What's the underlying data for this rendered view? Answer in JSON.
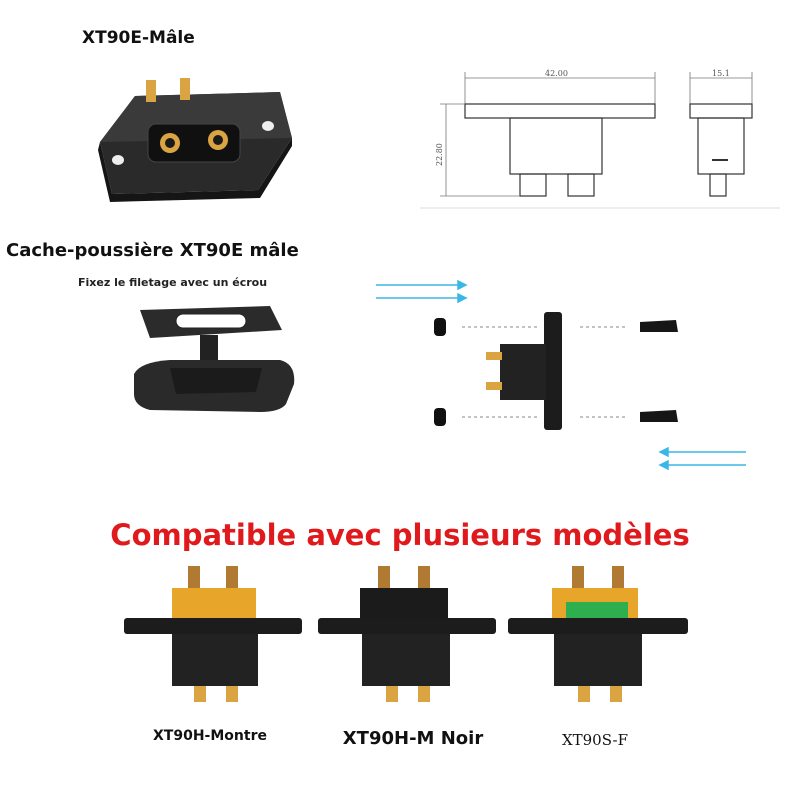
{
  "labels": {
    "male_title": "XT90E-Mâle",
    "cover_title": "Cache-poussière XT90E mâle",
    "cover_note": "Fixez le filetage avec un écrou",
    "compat_title": "Compatible avec plusieurs modèles",
    "model_1": "XT90H-Montre",
    "model_2": "XT90H-M Noir",
    "model_3": "XT90S-F"
  },
  "dimensions": {
    "width": "42.00",
    "height": "22.80",
    "depth": "15.1"
  },
  "colors": {
    "compat_title": "#e0191c",
    "connector_body": "#1c1c1c",
    "yellow_housing": "#e7a52a",
    "gold_contact": "#d9a441",
    "green_insert": "#2fae4f",
    "arrow_cyan": "#3ab7e6"
  }
}
